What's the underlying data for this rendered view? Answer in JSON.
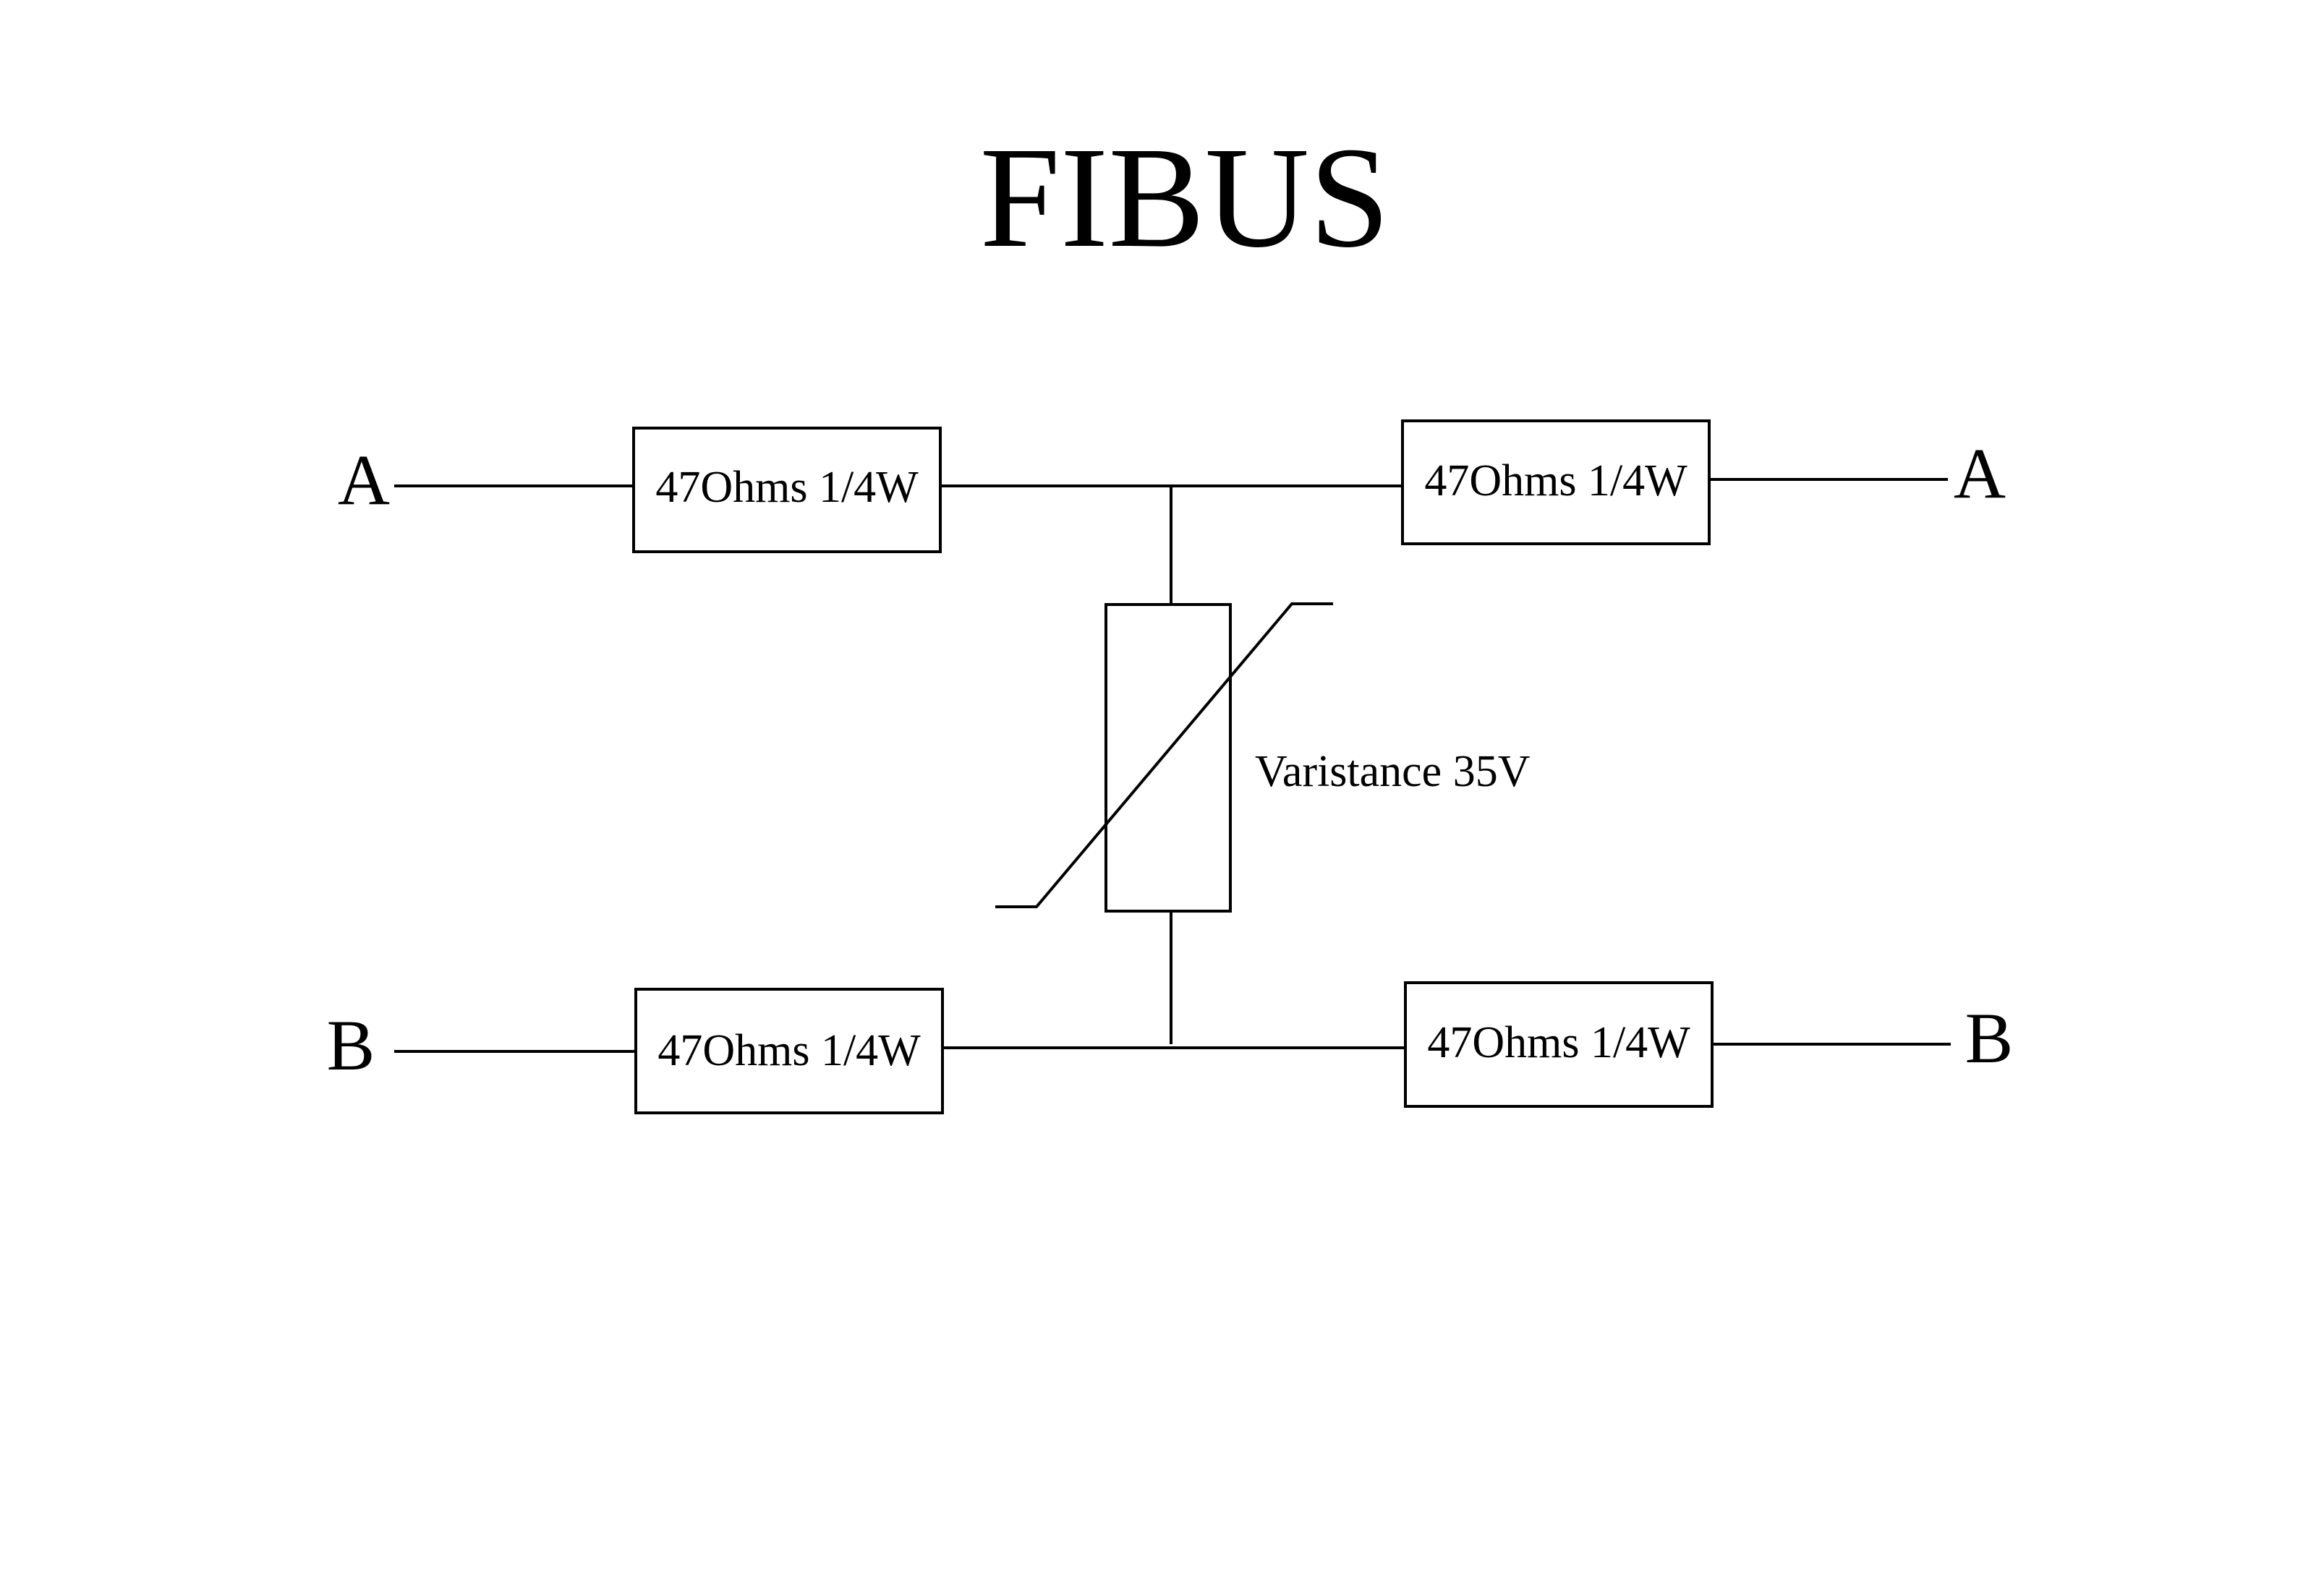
{
  "title": "FIBUS",
  "terminals": {
    "a_left": "A",
    "a_right": "A",
    "b_left": "B",
    "b_right": "B"
  },
  "resistors": {
    "top_left": "47Ohms 1/4W",
    "top_right": "47Ohms 1/4W",
    "bottom_left": "47Ohms 1/4W",
    "bottom_right": "47Ohms 1/4W"
  },
  "varistor": {
    "label": "Varistance 35V"
  }
}
